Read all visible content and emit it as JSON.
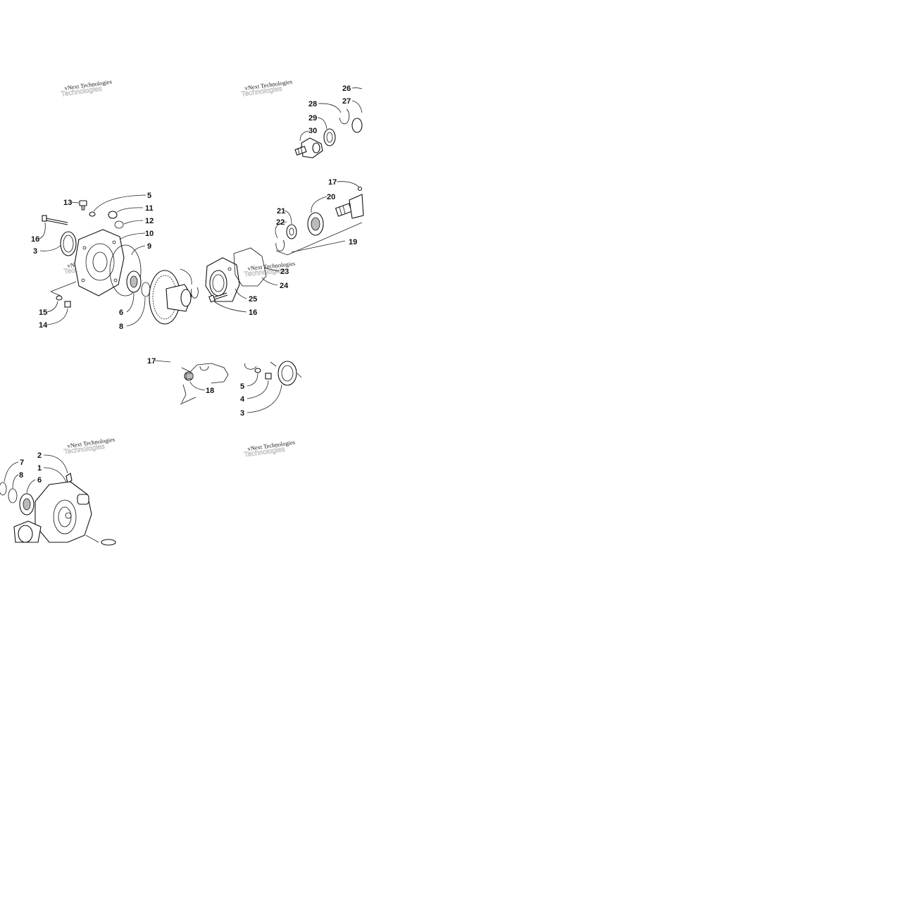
{
  "diagram": {
    "watermark_text": "vNext Technologies",
    "callouts": {
      "c26": "26",
      "c27": "27",
      "c28": "28",
      "c29": "29",
      "c30": "30",
      "c17a": "17",
      "c20": "20",
      "c21": "21",
      "c22": "22",
      "c19": "19",
      "c13": "13",
      "c5a": "5",
      "c11": "11",
      "c12": "12",
      "c16a": "16",
      "c10": "10",
      "c3a": "3",
      "c9": "9",
      "c23": "23",
      "c24": "24",
      "c25": "25",
      "c16b": "16",
      "c15": "15",
      "c6a": "6",
      "c14": "14",
      "c8a": "8",
      "c17b": "17",
      "c18": "18",
      "c5b": "5",
      "c4": "4",
      "c3b": "3",
      "c2": "2",
      "c1": "1",
      "c7": "7",
      "c8b": "8",
      "c6b": "6"
    }
  }
}
